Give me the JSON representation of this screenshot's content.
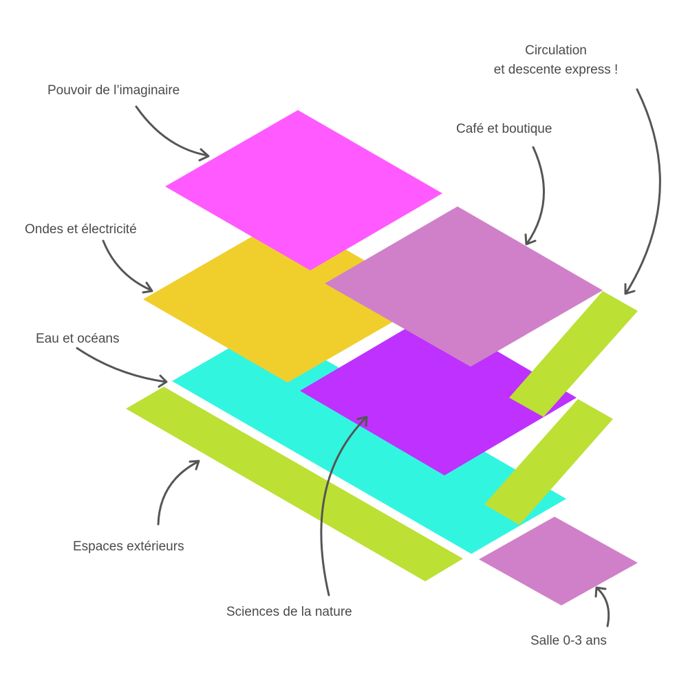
{
  "colors": {
    "imaginaire": "#FF5AFF",
    "ondes": "#F0CF2D",
    "cafe": "#D080C8",
    "circulation": "#BCE034",
    "nature": "#BE31FF",
    "eau": "#32F5E0",
    "exterieurs": "#BCE034",
    "salle": "#D080C8",
    "text": "#4A4A4A",
    "arrow": "#555555"
  },
  "labels": {
    "imaginaire": "Pouvoir de l’imaginaire",
    "circulation_line1": "Circulation",
    "circulation_line2": "et descente express !",
    "cafe": "Café et boutique",
    "ondes": "Ondes et électricité",
    "eau": "Eau et océans",
    "exterieurs": "Espaces extérieurs",
    "nature": "Sciences de la nature",
    "salle": "Salle 0-3 ans"
  }
}
